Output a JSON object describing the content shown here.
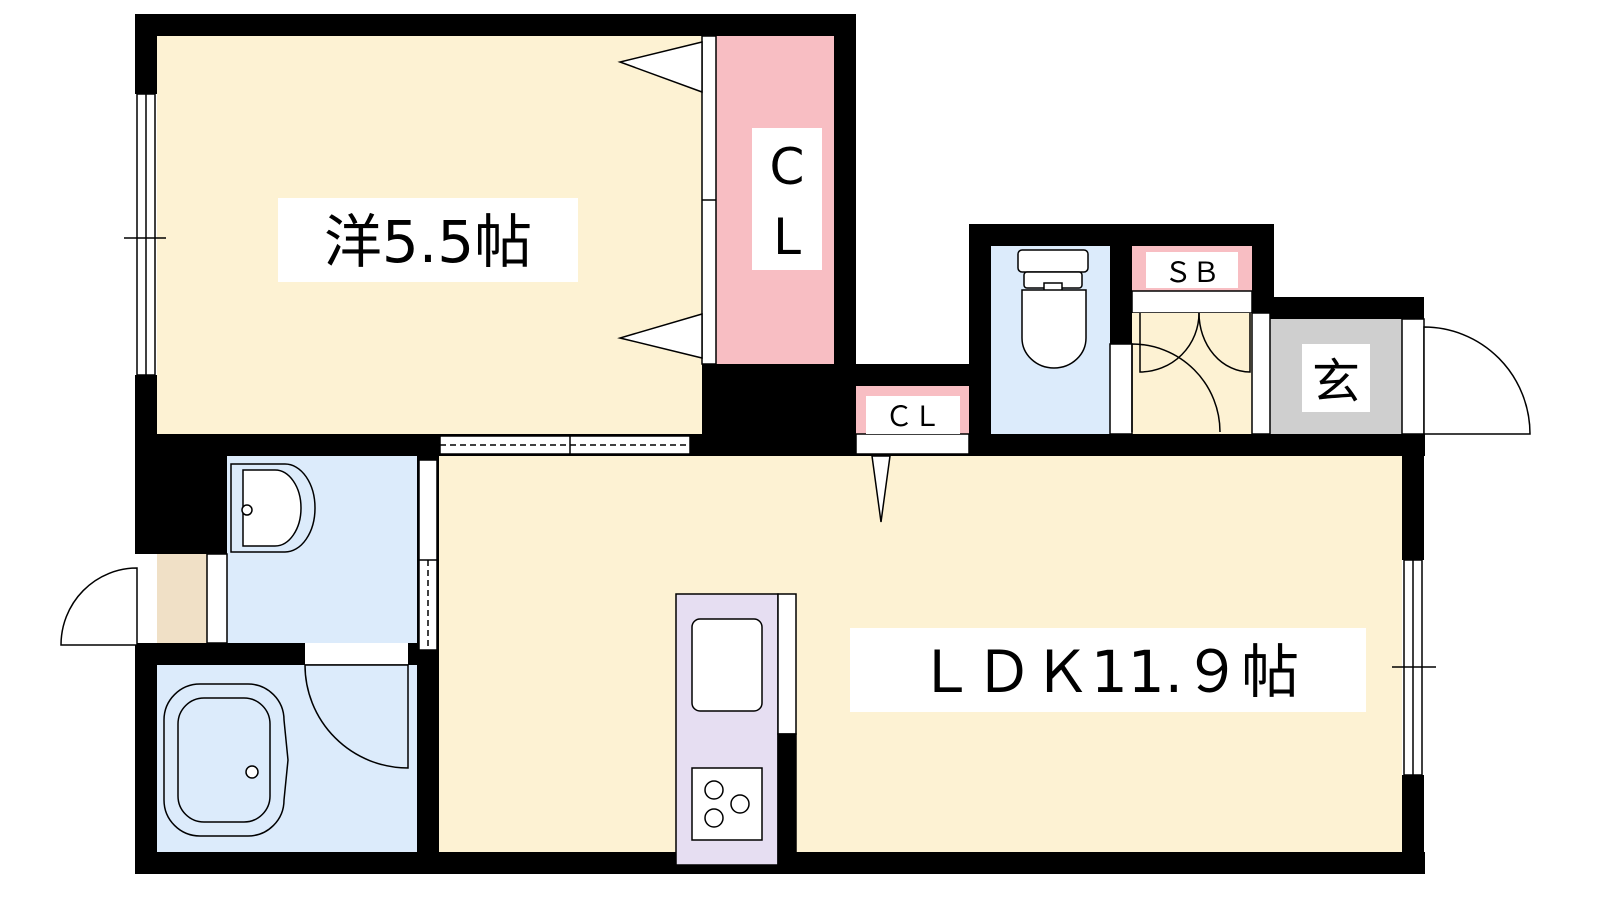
{
  "rooms": {
    "western": {
      "label": "洋5.5帖"
    },
    "ldk": {
      "label": "ＬＤＫ11.９帖"
    },
    "closet_main": {
      "label_top": "C",
      "label_bottom": "L"
    },
    "closet_small": {
      "label": "ＣＬ"
    },
    "shoe_box": {
      "label": "ＳＢ"
    },
    "entrance": {
      "label": "玄"
    }
  },
  "colors": {
    "room_fill": "#fdf2d3",
    "wet_fill": "#dcebfb",
    "closet_fill": "#f8bec3",
    "entrance_fill": "#cfcfcf",
    "kitchen_fill": "#e6def2",
    "wall": "#000000",
    "storage_fill": "#f0e0c6"
  }
}
